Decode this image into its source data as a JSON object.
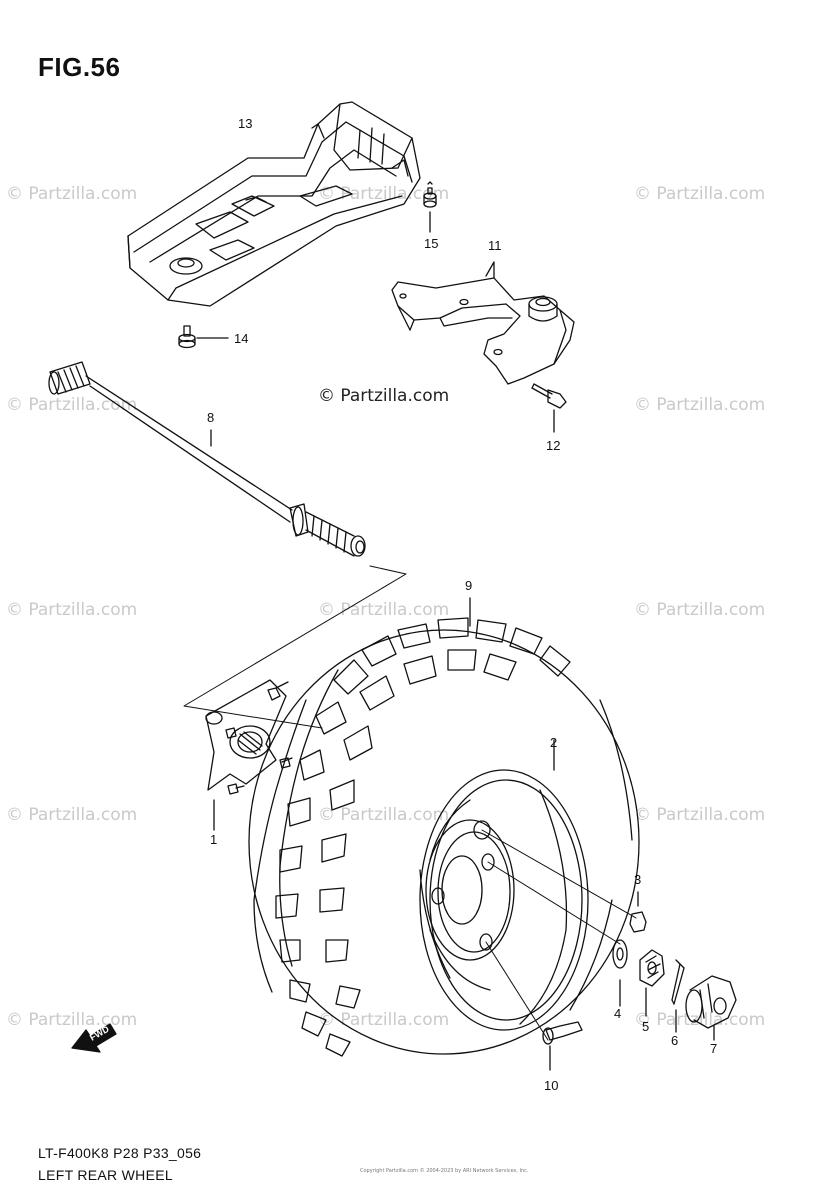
{
  "figure": {
    "title": "FIG.56",
    "code": "LT-F400K8 P28 P33_056",
    "name": "LEFT REAR WHEEL"
  },
  "watermark": {
    "text": "© Partzilla.com",
    "center_text": "© Partzilla.com",
    "tiny_copyright": "Copyright Partzilla.com © 2004-2023 by ARI Network Services, Inc."
  },
  "fwd_label": "FWD",
  "callouts": {
    "c1": "1",
    "c2": "2",
    "c3": "3",
    "c4": "4",
    "c5": "5",
    "c6": "6",
    "c7": "7",
    "c8": "8",
    "c9": "9",
    "c10": "10",
    "c11": "11",
    "c12": "12",
    "c13": "13",
    "c14": "14",
    "c15": "15"
  },
  "colors": {
    "line": "#111111",
    "watermark": "#c9c9c9",
    "background": "#ffffff"
  }
}
